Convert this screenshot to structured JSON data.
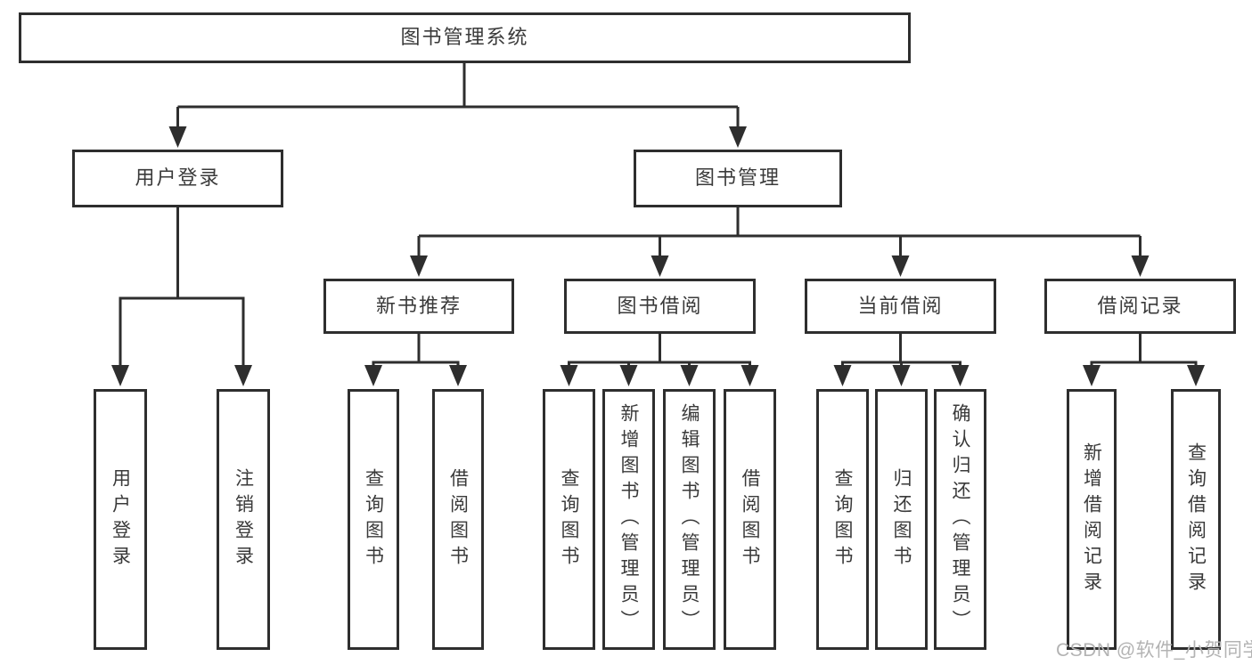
{
  "diagram": {
    "root": {
      "label": "图书管理系统"
    },
    "branches": {
      "user_login": {
        "label": "用户登录",
        "children": {
          "user_login": {
            "label": "用户登录"
          },
          "logout": {
            "label": "注销登录"
          }
        }
      },
      "book_management": {
        "label": "图书管理",
        "children": {
          "new_book_recommend": {
            "label": "新书推荐",
            "children": {
              "query_books": {
                "label": "查询图书"
              },
              "borrow_books": {
                "label": "借阅图书"
              }
            }
          },
          "book_borrowing": {
            "label": "图书借阅",
            "children": {
              "query_books": {
                "label": "查询图书"
              },
              "add_books_admin": {
                "label": "新增图书（管理员）"
              },
              "edit_books_admin": {
                "label": "编辑图书（管理员）"
              },
              "borrow_books": {
                "label": "借阅图书"
              }
            }
          },
          "current_borrowing": {
            "label": "当前借阅",
            "children": {
              "query_books": {
                "label": "查询图书"
              },
              "return_books": {
                "label": "归还图书"
              },
              "confirm_return_admin": {
                "label": "确认归还（管理员）"
              }
            }
          },
          "borrow_records": {
            "label": "借阅记录",
            "children": {
              "add_record": {
                "label": "新增借阅记录"
              },
              "query_record": {
                "label": "查询借阅记录"
              }
            }
          }
        }
      }
    },
    "watermark": "CSDN @软件_小贺同学",
    "colors": {
      "line": "#2e2e2e",
      "text": "#3a3a3a",
      "background": "#ffffff",
      "watermark": "#b3b3b3"
    }
  }
}
